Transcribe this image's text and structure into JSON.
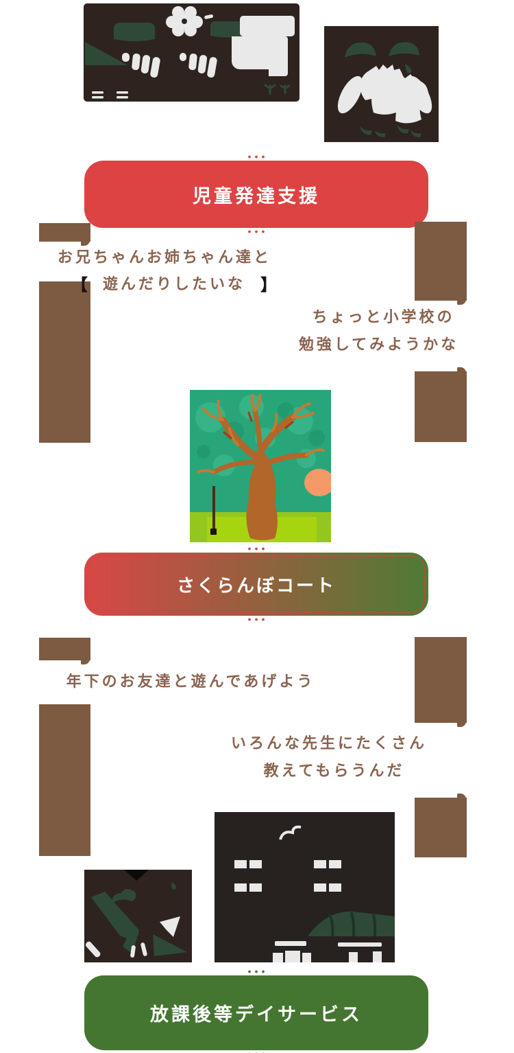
{
  "banners": {
    "jidou": {
      "label": "児童発達支援"
    },
    "sakuranbo": {
      "label": "さくらんぼコート"
    },
    "houkago": {
      "label": "放課後等デイサービス"
    }
  },
  "speech_bubbles": {
    "older_kids_line1": "お兄ちゃんお姉ちゃん達と",
    "older_kids_line2": "遊んだりしたいな",
    "bracket_left": "【",
    "bracket_right": "】",
    "school_line1": "ちょっと小学校の",
    "school_line2": "勉強してみようかな",
    "younger_friends": "年下のお友達と遊んであげよう",
    "teachers_line1": "いろんな先生にたくさん",
    "teachers_line2": "教えてもらうんだ"
  },
  "colors": {
    "banner_red": "#dd4343",
    "banner_green": "#447631",
    "grad_left": "#d84747",
    "grad_right": "#4e7b35",
    "dot_border": "#d84040",
    "banner_text": "#ffffff",
    "trunk": "#7d5a42",
    "speech": "#8a6450",
    "bracket": "#151515",
    "illo_bg": "#2e231e",
    "illo_bg_dark": "#272220",
    "illo_green": "#2e4a36",
    "illo_white": "#e9e9e9"
  }
}
